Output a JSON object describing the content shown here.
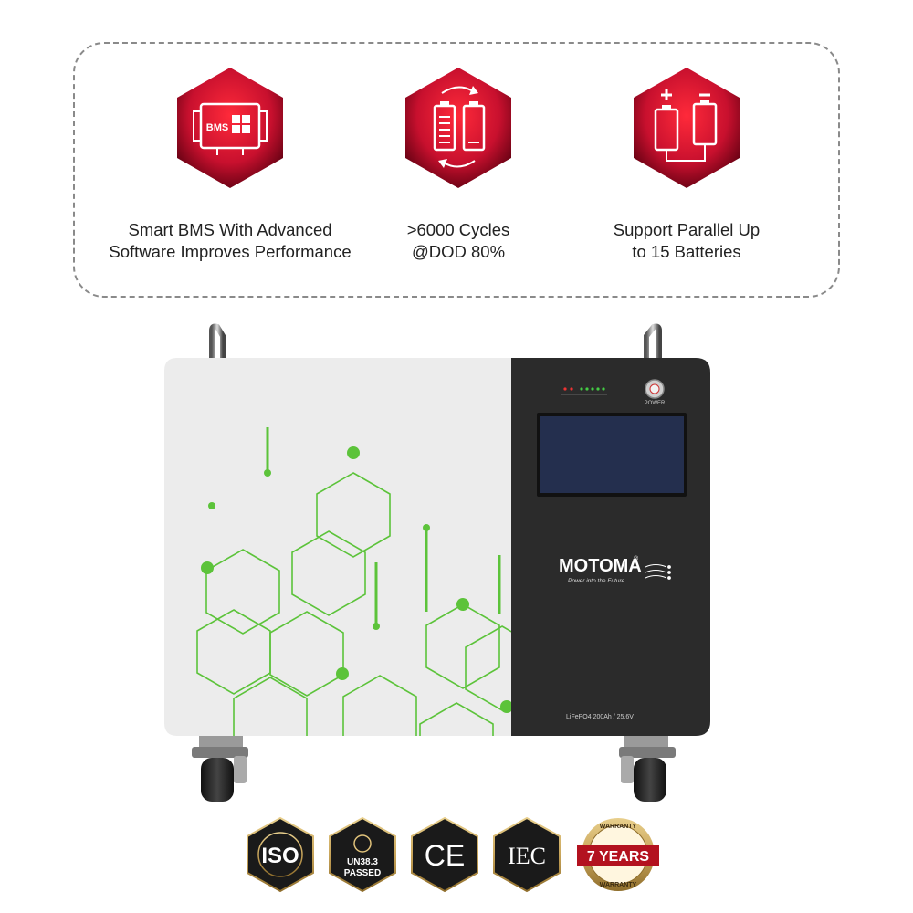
{
  "features": [
    {
      "icon": "bms-chip-icon",
      "line1": "Smart BMS With Advanced",
      "line2": "Software Improves Performance",
      "icon_text": "BMS"
    },
    {
      "icon": "battery-cycle-icon",
      "line1": ">6000 Cycles",
      "line2": "@DOD 80%"
    },
    {
      "icon": "parallel-batteries-icon",
      "line1": "Support Parallel Up",
      "line2": "to 15 Batteries"
    }
  ],
  "product": {
    "brand": "MOTOMA",
    "registered": "®",
    "tagline": "Power into the Future",
    "power_label": "POWER",
    "spec_label": "LiFePO4  200Ah / 25.6V"
  },
  "badges": [
    {
      "icon": "iso-certification-icon",
      "text": "ISO"
    },
    {
      "icon": "un38-certification-icon",
      "line1": "UN38.3",
      "line2": "PASSED"
    },
    {
      "icon": "ce-certification-icon",
      "text": "CE"
    },
    {
      "icon": "iec-certification-icon",
      "text": "IEC"
    },
    {
      "icon": "warranty-seal-icon",
      "top": "WARRANTY",
      "center": "7 YEARS",
      "bottom": "WARRANTY"
    }
  ],
  "colors": {
    "hex_red": "#c8102e",
    "hex_dark": "#4a0008",
    "accent_green": "#5cc33a",
    "panel_dark": "#2b2b2b",
    "screen_blue": "#242f4e",
    "badge_gold": "#c9a55a"
  }
}
